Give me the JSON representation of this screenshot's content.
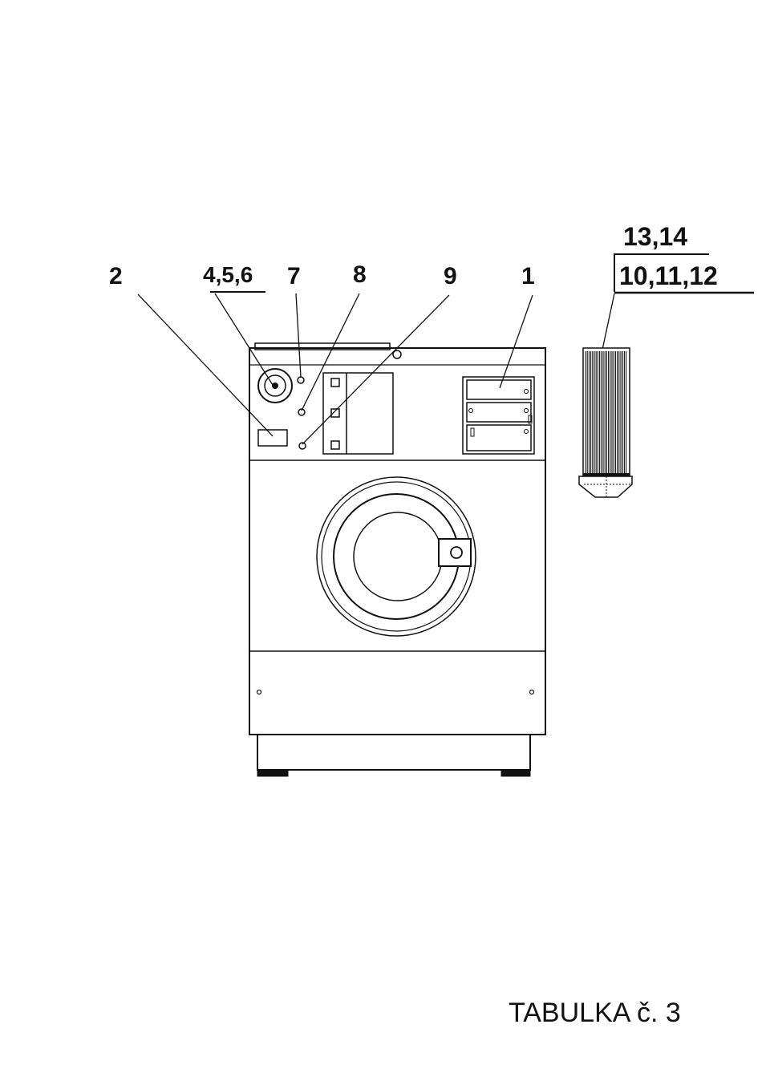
{
  "callouts": {
    "c2": "2",
    "c456": "4,5,6",
    "c7": "7",
    "c8": "8",
    "c9": "9",
    "c1": "1",
    "c1314": "13,14",
    "c101112": "10,11,12"
  },
  "caption": "TABULKA č. 3",
  "colors": {
    "ink": "#111111",
    "paper": "#ffffff"
  }
}
